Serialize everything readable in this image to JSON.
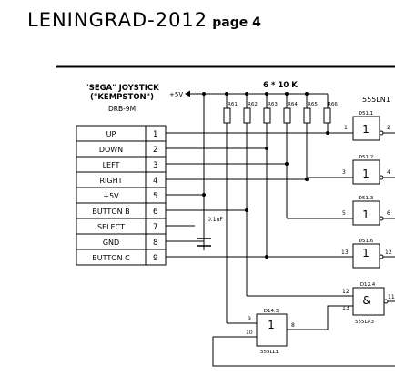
{
  "page_header": {
    "title": "LENINGRAD-2012",
    "subtitle": "page 4"
  },
  "connector": {
    "name_line1": "\"SEGA\" JOYSTICK",
    "name_line2": "(\"KEMPSTON\")",
    "part": "DRB-9M",
    "pins": [
      {
        "label": "UP",
        "number": "1"
      },
      {
        "label": "DOWN",
        "number": "2"
      },
      {
        "label": "LEFT",
        "number": "3"
      },
      {
        "label": "RIGHT",
        "number": "4"
      },
      {
        "label": "+5V",
        "number": "5"
      },
      {
        "label": "BUTTON B",
        "number": "6"
      },
      {
        "label": "SELECT",
        "number": "7"
      },
      {
        "label": "GND",
        "number": "8"
      },
      {
        "label": "BUTTON C",
        "number": "9"
      }
    ]
  },
  "power_label": "+5V",
  "capacitor_label": "0.1uF",
  "resistor_array": {
    "label": "6 * 10 K",
    "names": [
      "R61",
      "R62",
      "R63",
      "R64",
      "R65",
      "R66"
    ]
  },
  "chip_label_top": "555LN1",
  "inverters": [
    {
      "name": "D51.1",
      "symbol": "1",
      "in_pin": "1",
      "out_pin": "2"
    },
    {
      "name": "D51.2",
      "symbol": "1",
      "in_pin": "3",
      "out_pin": "4"
    },
    {
      "name": "D51.3",
      "symbol": "1",
      "in_pin": "5",
      "out_pin": "6"
    },
    {
      "name": "D51.6",
      "symbol": "1",
      "in_pin": "13",
      "out_pin": "12"
    }
  ],
  "nand_gate": {
    "name": "D12.4",
    "symbol": "&",
    "in_pins": [
      "12",
      "13"
    ],
    "out_pin": "11",
    "chip": "555LA3"
  },
  "buffer_gate": {
    "name": "D14.3",
    "symbol": "1",
    "in_pins": [
      "9",
      "10"
    ],
    "out_pin": "8",
    "chip": "555LL1"
  }
}
